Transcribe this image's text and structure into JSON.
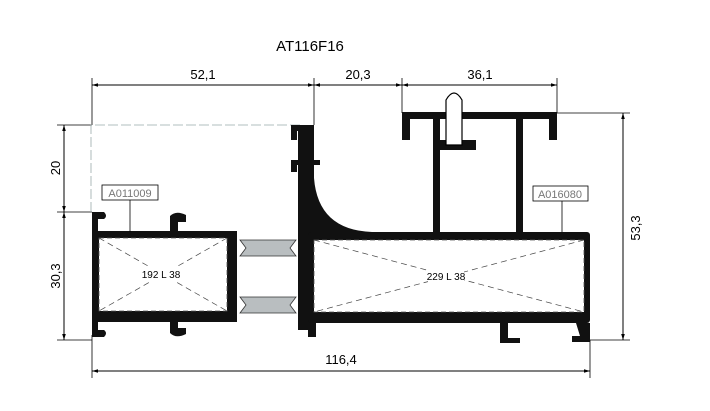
{
  "title": "AT116F16",
  "dimensions": {
    "top_left": "52,1",
    "top_middle": "20,3",
    "top_right": "36,1",
    "right_height": "53,3",
    "left_upper": "20",
    "left_lower": "30,3",
    "bottom_total": "116,4"
  },
  "profiles": [
    {
      "code": "A011009",
      "insulation": "192 L 38"
    },
    {
      "code": "A016080",
      "insulation": "229 L 38"
    }
  ]
}
